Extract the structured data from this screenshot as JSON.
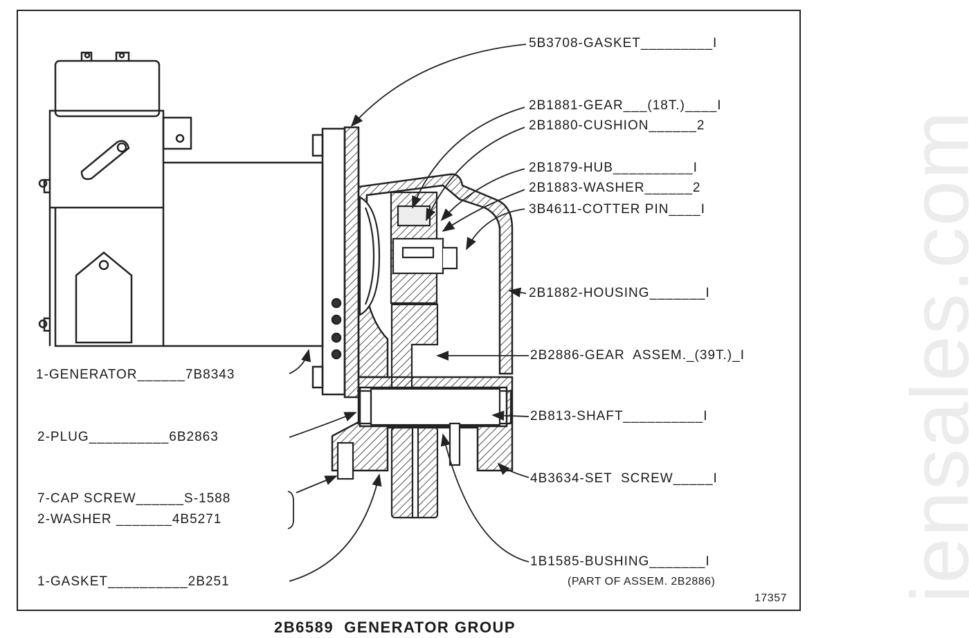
{
  "caption": "2B6589  GENERATOR GROUP",
  "drawing_number": "17357",
  "watermark": "jensales.com",
  "labels": {
    "gasket_top": "5B3708-GASKET_________I",
    "gear": "2B1881-GEAR___(18T.)____I",
    "cushion": "2B1880-CUSHION______2",
    "hub": "2B1879-HUB__________I",
    "washer": "2B1883-WASHER______2",
    "cotter_pin": "3B4611-COTTER PIN____I",
    "housing": "2B1882-HOUSING_______I",
    "gear_assem": "2B2886-GEAR  ASSEM._(39T.)_I",
    "shaft": "2B813-SHAFT__________I",
    "set_screw": "4B3634-SET  SCREW_____I",
    "bushing": "1B1585-BUSHING_______I",
    "bushing_note": "(PART OF ASSEM. 2B2886)",
    "generator": "1-GENERATOR______7B8343",
    "plug": "2-PLUG__________6B2863",
    "cap_screw": "7-CAP SCREW______S-1588",
    "washer_left": "2-WASHER _______4B5271",
    "gasket_bottom": "1-GASKET__________2B251"
  }
}
